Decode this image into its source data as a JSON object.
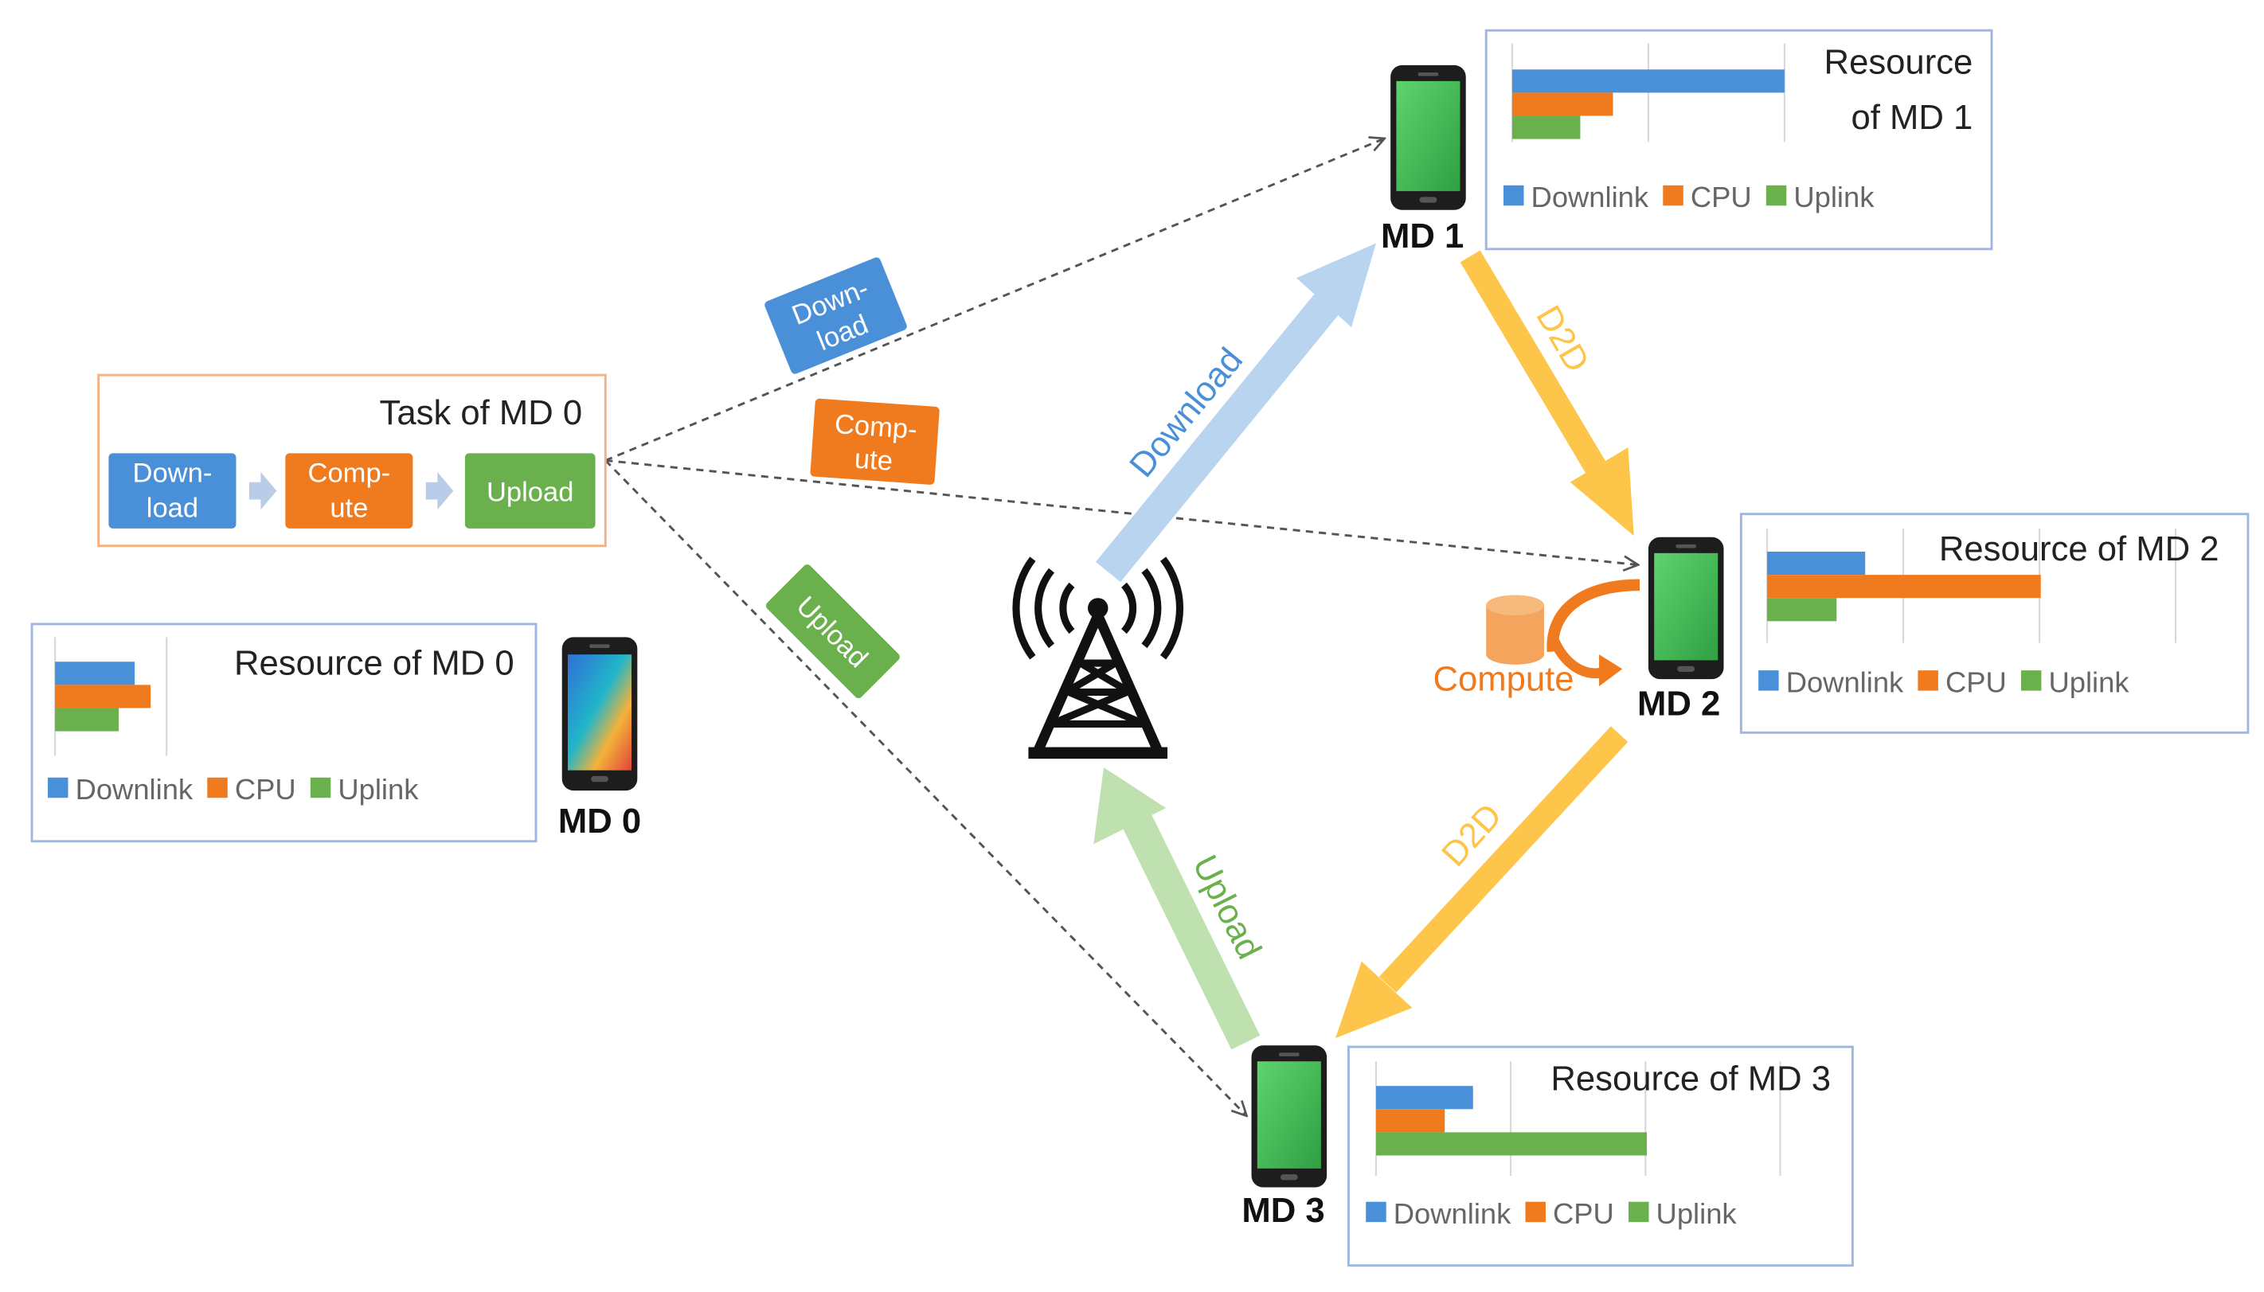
{
  "colors": {
    "downlink": "#4a90d9",
    "cpu": "#f07a1e",
    "uplink": "#6ab04c",
    "d2d": "#fdc54a",
    "download_arrow": "#b8d4ee",
    "upload_arrow": "#bfe1b0",
    "compute_text": "#f07a1e",
    "panel_border": "#9db7e0",
    "task_border": "#f4b183"
  },
  "legend": {
    "downlink": "Downlink",
    "cpu": "CPU",
    "uplink": "Uplink"
  },
  "devices": {
    "md0": {
      "label": "MD 0",
      "resource_title": "Resource of MD 0",
      "resource": {
        "downlink": 0.5,
        "cpu": 0.6,
        "uplink": 0.4
      }
    },
    "md1": {
      "label": "MD 1",
      "resource_title_line1": "Resource",
      "resource_title_line2": "of MD 1",
      "resource": {
        "downlink": 1.0,
        "cpu": 0.37,
        "uplink": 0.25
      }
    },
    "md2": {
      "label": "MD 2",
      "resource_title": "Resource of MD 2",
      "resource": {
        "downlink": 0.24,
        "cpu": 0.67,
        "uplink": 0.17
      }
    },
    "md3": {
      "label": "MD 3",
      "resource_title": "Resource of MD 3",
      "resource": {
        "downlink": 0.24,
        "cpu": 0.17,
        "uplink": 0.67
      }
    }
  },
  "task": {
    "title": "Task of MD 0",
    "steps": [
      {
        "line1": "Down-",
        "line2": "load"
      },
      {
        "line1": "Comp-",
        "line2": "ute"
      },
      {
        "line1": "Upload",
        "line2": ""
      }
    ]
  },
  "tags": {
    "download": {
      "line1": "Down-",
      "line2": "load"
    },
    "compute": {
      "line1": "Comp-",
      "line2": "ute"
    },
    "upload": "Upload"
  },
  "arrows": {
    "download": "Download",
    "upload": "Upload",
    "d2d_1_2": "D2D",
    "d2d_2_3": "D2D",
    "compute": "Compute"
  },
  "icons": {
    "base_station": "cell-tower-icon",
    "phone": "smartphone-icon",
    "database": "database-icon"
  }
}
